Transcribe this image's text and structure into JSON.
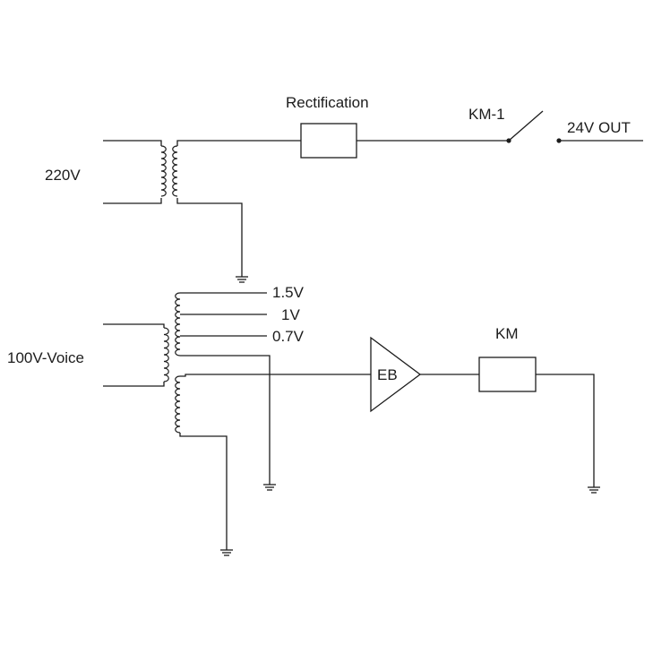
{
  "labels": {
    "input_220": "220V",
    "input_voice": "100V-Voice",
    "rectification": "Rectification",
    "switch": "KM-1",
    "output": "24V OUT",
    "tap_high": "1.5V",
    "tap_mid": "1V",
    "tap_low": "0.7V",
    "amplifier": "EB",
    "relay": "KM"
  },
  "colors": {
    "ink": "#1c1c1c",
    "background": "#ffffff"
  }
}
